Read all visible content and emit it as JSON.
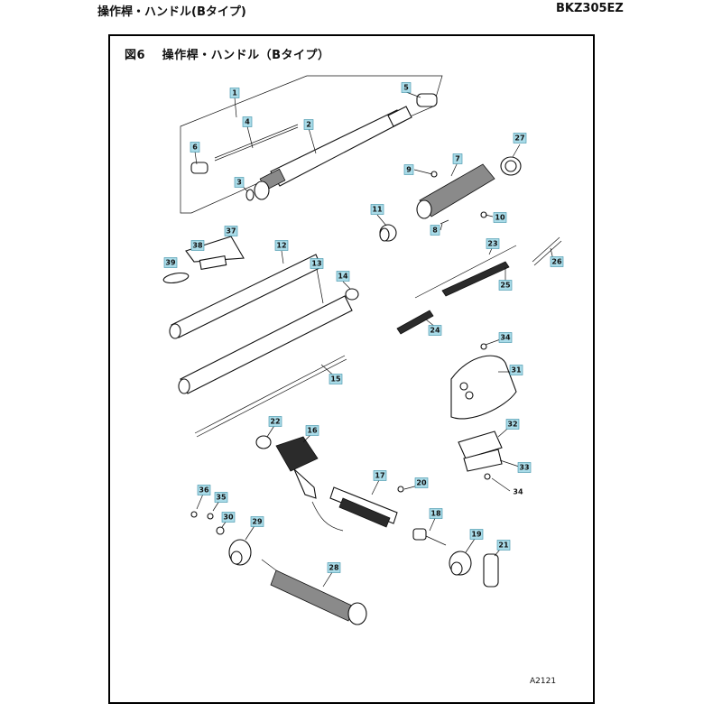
{
  "header": {
    "left_title": "操作桿・ハンドル(Bタイプ)",
    "right_title": "BKZ305EZ"
  },
  "figure": {
    "title": "図6　 操作桿・ハンドル（Bタイプ）",
    "reference": "A2121"
  },
  "colors": {
    "label_fill": "#a9dbe8",
    "label_border": "#3b8ea6",
    "line": "#111111"
  },
  "part_labels": {
    "p1": "1",
    "p2": "2",
    "p3": "3",
    "p4": "4",
    "p5": "5",
    "p6": "6",
    "p7": "7",
    "p8": "8",
    "p9": "9",
    "p10": "10",
    "p11": "11",
    "p12": "12",
    "p13": "13",
    "p14": "14",
    "p15": "15",
    "p16": "16",
    "p17": "17",
    "p18": "18",
    "p19": "19",
    "p20": "20",
    "p21": "21",
    "p22": "22",
    "p23": "23",
    "p24": "24",
    "p25": "25",
    "p26": "26",
    "p27": "27",
    "p28": "28",
    "p29": "29",
    "p30": "30",
    "p31": "31",
    "p32": "32",
    "p33": "33",
    "p34a": "34",
    "p34b": "34",
    "p35": "35",
    "p36": "36",
    "p37": "37",
    "p38": "38",
    "p39": "39"
  }
}
